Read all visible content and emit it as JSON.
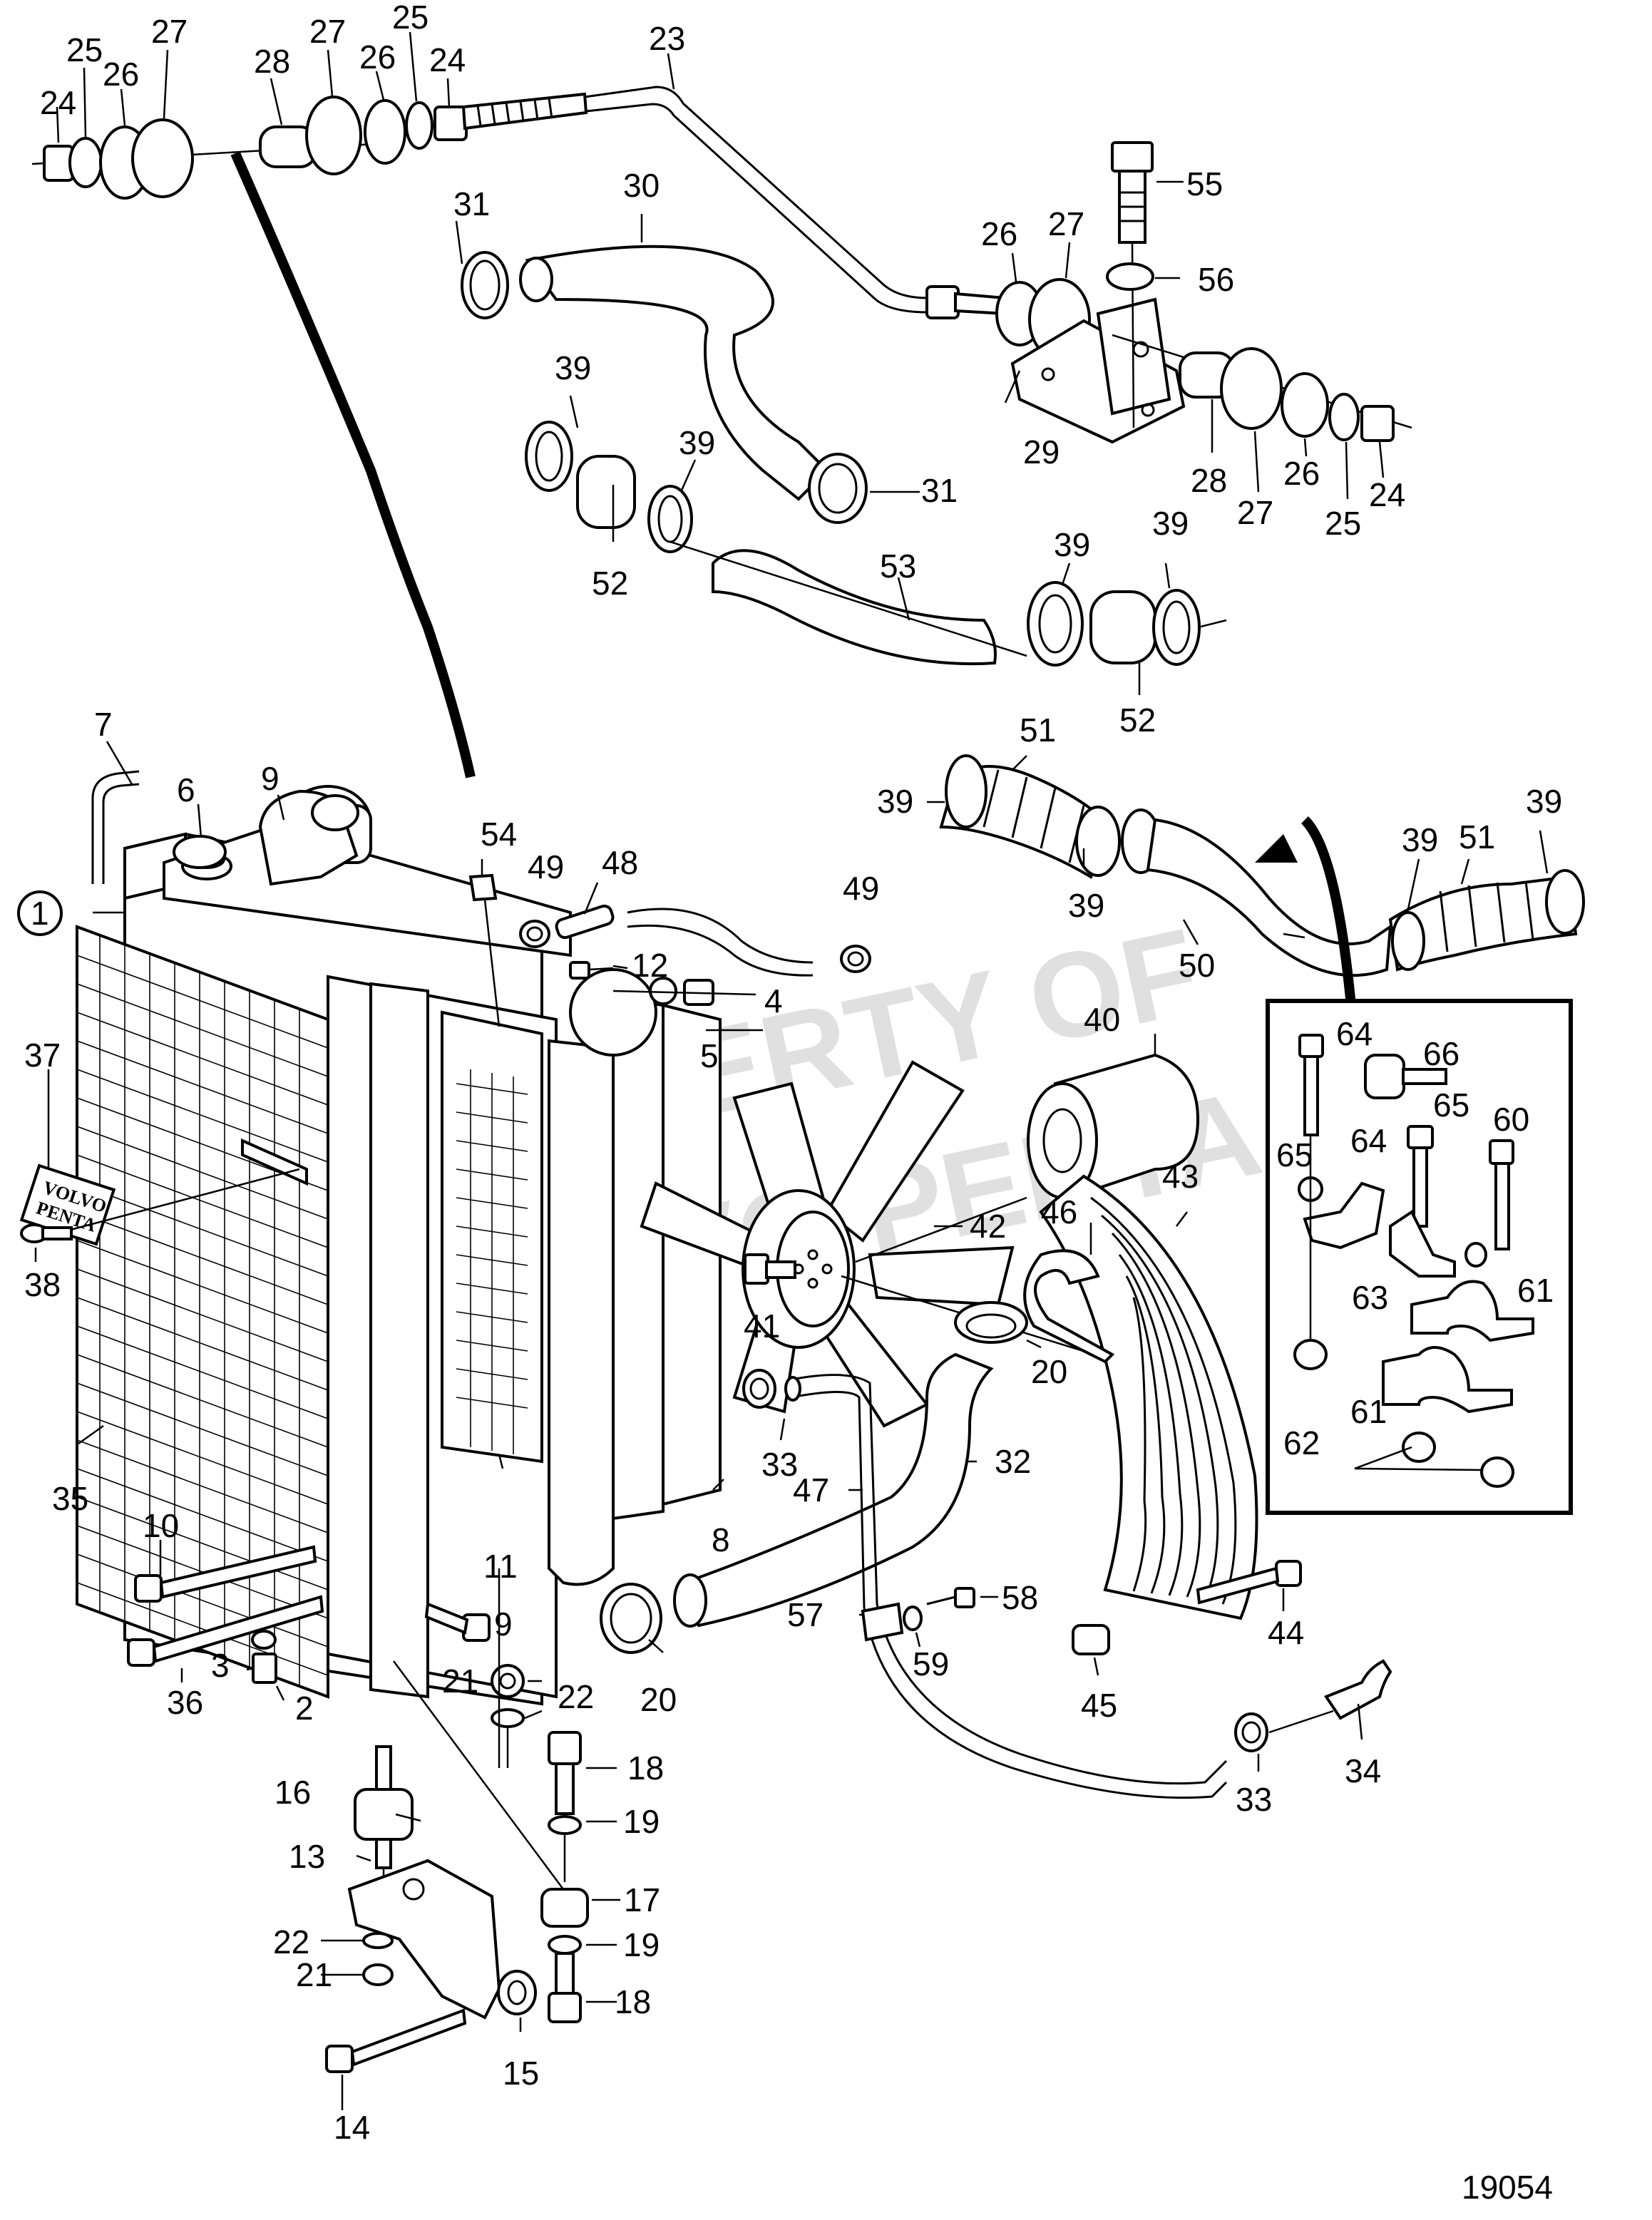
{
  "diagram_id": "19054",
  "watermark": [
    "PROPERTY OF",
    "VOLVO PENTA"
  ],
  "brand_plate": [
    "VOLVO",
    "PENTA"
  ],
  "callouts": [
    {
      "id": "c-1",
      "text": "1"
    },
    {
      "id": "c-2",
      "text": "2"
    },
    {
      "id": "c-3",
      "text": "3"
    },
    {
      "id": "c-4",
      "text": "4"
    },
    {
      "id": "c-5",
      "text": "5"
    },
    {
      "id": "c-6",
      "text": "6"
    },
    {
      "id": "c-7",
      "text": "7"
    },
    {
      "id": "c-8",
      "text": "8"
    },
    {
      "id": "c-9a",
      "text": "9"
    },
    {
      "id": "c-9b",
      "text": "9"
    },
    {
      "id": "c-10",
      "text": "10"
    },
    {
      "id": "c-11",
      "text": "11"
    },
    {
      "id": "c-12",
      "text": "12"
    },
    {
      "id": "c-13",
      "text": "13"
    },
    {
      "id": "c-14",
      "text": "14"
    },
    {
      "id": "c-15",
      "text": "15"
    },
    {
      "id": "c-16",
      "text": "16"
    },
    {
      "id": "c-17",
      "text": "17"
    },
    {
      "id": "c-18a",
      "text": "18"
    },
    {
      "id": "c-18b",
      "text": "18"
    },
    {
      "id": "c-19a",
      "text": "19"
    },
    {
      "id": "c-19b",
      "text": "19"
    },
    {
      "id": "c-20a",
      "text": "20"
    },
    {
      "id": "c-20b",
      "text": "20"
    },
    {
      "id": "c-21a",
      "text": "21"
    },
    {
      "id": "c-21b",
      "text": "21"
    },
    {
      "id": "c-22a",
      "text": "22"
    },
    {
      "id": "c-22b",
      "text": "22"
    },
    {
      "id": "c-23",
      "text": "23"
    },
    {
      "id": "c-24a",
      "text": "24"
    },
    {
      "id": "c-24b",
      "text": "24"
    },
    {
      "id": "c-24c",
      "text": "24"
    },
    {
      "id": "c-25a",
      "text": "25"
    },
    {
      "id": "c-25b",
      "text": "25"
    },
    {
      "id": "c-25c",
      "text": "25"
    },
    {
      "id": "c-26a",
      "text": "26"
    },
    {
      "id": "c-26b",
      "text": "26"
    },
    {
      "id": "c-26c",
      "text": "26"
    },
    {
      "id": "c-26d",
      "text": "26"
    },
    {
      "id": "c-27a",
      "text": "27"
    },
    {
      "id": "c-27b",
      "text": "27"
    },
    {
      "id": "c-27c",
      "text": "27"
    },
    {
      "id": "c-27d",
      "text": "27"
    },
    {
      "id": "c-28a",
      "text": "28"
    },
    {
      "id": "c-28b",
      "text": "28"
    },
    {
      "id": "c-29",
      "text": "29"
    },
    {
      "id": "c-30",
      "text": "30"
    },
    {
      "id": "c-31a",
      "text": "31"
    },
    {
      "id": "c-31b",
      "text": "31"
    },
    {
      "id": "c-32",
      "text": "32"
    },
    {
      "id": "c-33a",
      "text": "33"
    },
    {
      "id": "c-33b",
      "text": "33"
    },
    {
      "id": "c-34",
      "text": "34"
    },
    {
      "id": "c-35",
      "text": "35"
    },
    {
      "id": "c-36",
      "text": "36"
    },
    {
      "id": "c-37",
      "text": "37"
    },
    {
      "id": "c-38",
      "text": "38"
    },
    {
      "id": "c-39a",
      "text": "39"
    },
    {
      "id": "c-39b",
      "text": "39"
    },
    {
      "id": "c-39c",
      "text": "39"
    },
    {
      "id": "c-39d",
      "text": "39"
    },
    {
      "id": "c-39e",
      "text": "39"
    },
    {
      "id": "c-39f",
      "text": "39"
    },
    {
      "id": "c-39g",
      "text": "39"
    },
    {
      "id": "c-39h",
      "text": "39"
    },
    {
      "id": "c-40",
      "text": "40"
    },
    {
      "id": "c-41",
      "text": "41"
    },
    {
      "id": "c-42",
      "text": "42"
    },
    {
      "id": "c-43",
      "text": "43"
    },
    {
      "id": "c-44",
      "text": "44"
    },
    {
      "id": "c-45",
      "text": "45"
    },
    {
      "id": "c-46",
      "text": "46"
    },
    {
      "id": "c-47",
      "text": "47"
    },
    {
      "id": "c-48",
      "text": "48"
    },
    {
      "id": "c-49a",
      "text": "49"
    },
    {
      "id": "c-49b",
      "text": "49"
    },
    {
      "id": "c-50",
      "text": "50"
    },
    {
      "id": "c-51a",
      "text": "51"
    },
    {
      "id": "c-51b",
      "text": "51"
    },
    {
      "id": "c-52a",
      "text": "52"
    },
    {
      "id": "c-52b",
      "text": "52"
    },
    {
      "id": "c-53",
      "text": "53"
    },
    {
      "id": "c-54",
      "text": "54"
    },
    {
      "id": "c-55",
      "text": "55"
    },
    {
      "id": "c-56",
      "text": "56"
    },
    {
      "id": "c-57",
      "text": "57"
    },
    {
      "id": "c-58",
      "text": "58"
    },
    {
      "id": "c-59",
      "text": "59"
    },
    {
      "id": "c-60",
      "text": "60"
    },
    {
      "id": "c-61a",
      "text": "61"
    },
    {
      "id": "c-61b",
      "text": "61"
    },
    {
      "id": "c-62",
      "text": "62"
    },
    {
      "id": "c-63",
      "text": "63"
    },
    {
      "id": "c-64a",
      "text": "64"
    },
    {
      "id": "c-64b",
      "text": "64"
    },
    {
      "id": "c-65a",
      "text": "65"
    },
    {
      "id": "c-65b",
      "text": "65"
    },
    {
      "id": "c-66",
      "text": "66"
    }
  ]
}
